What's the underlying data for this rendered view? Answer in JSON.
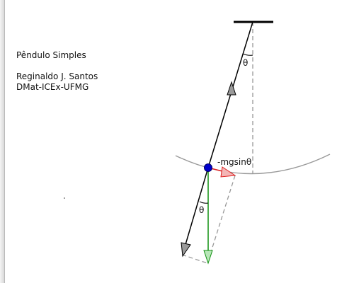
{
  "info": {
    "title": "Pêndulo Simples",
    "author": "Reginaldo J. Santos",
    "affiliation": "DMat-ICEx-UFMG"
  },
  "labels": {
    "angle_top": "θ",
    "angle_bottom": "θ",
    "tangential_force": "-mgsinθ"
  },
  "colors": {
    "rod": "#000000",
    "bob": "#0000cc",
    "weight_vector": "#109010",
    "tangential_vector": "#e02020",
    "dashed": "#999999",
    "arc": "#999999"
  }
}
